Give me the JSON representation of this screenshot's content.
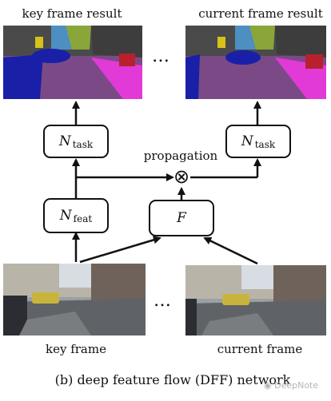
{
  "labels": {
    "key_frame_result": "key frame result",
    "current_frame_result": "current frame result",
    "propagation": "propagation",
    "key_frame": "key frame",
    "current_frame": "current frame",
    "caption": "(b) deep feature flow (DFF) network",
    "ellipsis_top": "…",
    "ellipsis_bottom": "…",
    "watermark": "DeepNote"
  },
  "boxes": {
    "n_task_left": {
      "symbol": "N",
      "sub": "task"
    },
    "n_task_right": {
      "symbol": "N",
      "sub": "task"
    },
    "n_feat": {
      "symbol": "N",
      "sub": "feat"
    },
    "flow": {
      "symbol": "F"
    }
  },
  "operator_symbol": "⊗",
  "colors": {
    "segmentation_purple": "#7b4a86",
    "segmentation_magenta": "#e23ad6",
    "segmentation_car_blue": "#1a1fa8",
    "segmentation_vegetation": "#8aa63a",
    "segmentation_building": "#4a4a4a",
    "segmentation_sky": "#4c8fc0",
    "line": "#111111"
  }
}
